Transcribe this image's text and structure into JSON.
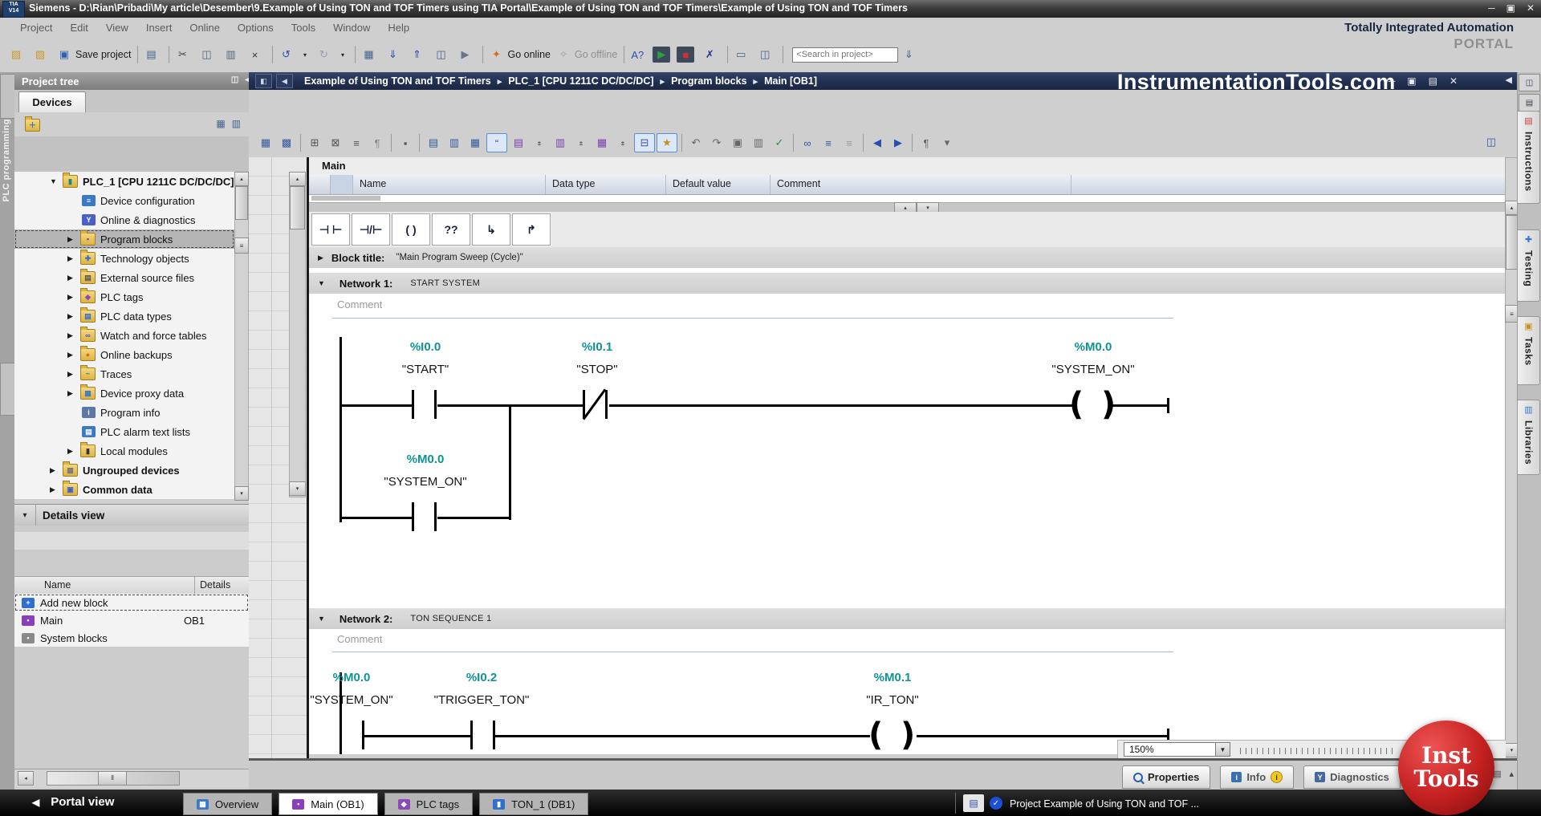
{
  "window": {
    "badge_line1": "TIA",
    "badge_line2": "V14",
    "title": "Siemens  -  D:\\Rian\\Pribadi\\My article\\Desember\\9.Example of Using TON and TOF Timers using TIA Portal\\Example of Using TON and TOF Timers\\Example of Using TON and TOF Timers",
    "controls": [
      {
        "n": "minimize-button",
        "g": "─"
      },
      {
        "n": "restore-button",
        "g": "▣"
      },
      {
        "n": "close-button",
        "g": "✕"
      }
    ]
  },
  "branding": {
    "line1": "Totally Integrated Automation",
    "line2": "PORTAL"
  },
  "menu": {
    "items": [
      {
        "label": "Project"
      },
      {
        "label": "Edit"
      },
      {
        "label": "View"
      },
      {
        "label": "Insert"
      },
      {
        "label": "Online"
      },
      {
        "label": "Options"
      },
      {
        "label": "Tools"
      },
      {
        "label": "Window"
      },
      {
        "label": "Help"
      }
    ]
  },
  "toolbar": {
    "items": [
      {
        "n": "new-project",
        "g": "▨",
        "c": "#c99a2e"
      },
      {
        "n": "open-project",
        "g": "▧",
        "c": "#c99a2e"
      },
      {
        "n": "save-project",
        "g": "▣",
        "c": "#2f5fb3",
        "label": "Save project"
      },
      {
        "sep": true
      },
      {
        "n": "print",
        "g": "▤",
        "c": "#46628f"
      },
      {
        "sep": true
      },
      {
        "n": "cut",
        "g": "✂",
        "c": "#444444"
      },
      {
        "n": "copy",
        "g": "◫",
        "c": "#556677"
      },
      {
        "n": "paste",
        "g": "▥",
        "c": "#556677"
      },
      {
        "n": "delete",
        "g": "×",
        "c": "#333333"
      },
      {
        "sep": true
      },
      {
        "n": "undo",
        "g": "↺",
        "c": "#2a4db0"
      },
      {
        "n": "undo-options",
        "caret": true,
        "g": "▾"
      },
      {
        "n": "redo",
        "g": "↻",
        "c": "#98a0b0"
      },
      {
        "n": "redo-options",
        "caret": true,
        "g": "▾"
      },
      {
        "sep": true
      },
      {
        "n": "compile",
        "g": "▦",
        "c": "#46628f"
      },
      {
        "n": "download-to-device",
        "g": "⇓",
        "c": "#2a4db0"
      },
      {
        "n": "upload-from-device",
        "g": "⇑",
        "c": "#2a4db0"
      },
      {
        "n": "device-snapshot",
        "g": "◫",
        "c": "#46628f"
      },
      {
        "n": "start-runtime",
        "g": "▶",
        "c": "#667788"
      },
      {
        "sep": true
      },
      {
        "n": "go-online",
        "g": "✦",
        "c": "#e06a10",
        "label": "Go online"
      },
      {
        "n": "go-offline",
        "g": "✧",
        "c": "#98a0a8",
        "label": "Go offline",
        "dim": true
      },
      {
        "sep": true
      },
      {
        "n": "accessible-devices",
        "g": "A?",
        "c": "#2a4db0"
      },
      {
        "n": "start-cpu",
        "g": "▶",
        "c": "#2e9e3e",
        "bg": "#3c4a5c"
      },
      {
        "n": "stop-cpu",
        "g": "■",
        "c": "#d03030",
        "bg": "#3c4a5c"
      },
      {
        "n": "cross-references",
        "g": "✗",
        "c": "#223a8e"
      },
      {
        "sep": true
      },
      {
        "n": "split-editor-horizontal",
        "g": "▭",
        "c": "#46628f"
      },
      {
        "n": "split-editor-vertical",
        "g": "◫",
        "c": "#46628f"
      },
      {
        "sep": true
      },
      {
        "search": true,
        "n": "search-in-project",
        "ph": "<Search in project>"
      },
      {
        "n": "project-library",
        "g": "⇓",
        "c": "#46628f"
      }
    ]
  },
  "left_strip": {
    "label": "PLC programming"
  },
  "project_tree": {
    "header": "Project tree",
    "header_icons": [
      {
        "n": "float-panel-icon",
        "g": "◫"
      },
      {
        "n": "collapse-panel-icon",
        "g": "◀"
      }
    ],
    "tab": "Devices",
    "toolbar_icons": [
      {
        "n": "add-new-device-icon",
        "g": "▨",
        "c": "#c99a2e"
      },
      {
        "n": "details-toggle-icon",
        "g": "▦",
        "c": "#45608e"
      },
      {
        "n": "open-element-icon",
        "g": "▥",
        "c": "#45608e"
      }
    ],
    "items": [
      {
        "arrow": "▼",
        "pad": "44px",
        "folder": true,
        "ig": "▮",
        "oc": "#0d8a8a",
        "label": "PLC_1 [CPU 1211C DC/DC/DC]",
        "bold": true
      },
      {
        "arrow": "",
        "pad": "68px",
        "t": "#3a78c8",
        "ig": "≡",
        "oc": "#ffffff",
        "label": "Device configuration"
      },
      {
        "arrow": "",
        "pad": "68px",
        "t": "#4a5fc8",
        "ig": "Y",
        "oc": "#ffffff",
        "label": "Online & diagnostics"
      },
      {
        "arrow": "▶",
        "pad": "66px",
        "folder": true,
        "ig": "▪",
        "oc": "#7a3fb0",
        "label": "Program blocks",
        "selected": true
      },
      {
        "arrow": "▶",
        "pad": "66px",
        "folder": true,
        "ig": "✚",
        "oc": "#2f6fd0",
        "label": "Technology objects"
      },
      {
        "arrow": "▶",
        "pad": "66px",
        "folder": true,
        "ig": "▤",
        "oc": "#555555",
        "label": "External source files"
      },
      {
        "arrow": "▶",
        "pad": "66px",
        "folder": true,
        "ig": "◆",
        "oc": "#8a4bb8",
        "label": "PLC tags"
      },
      {
        "arrow": "▶",
        "pad": "66px",
        "folder": true,
        "ig": "▤",
        "oc": "#2f6fd0",
        "label": "PLC data types"
      },
      {
        "arrow": "▶",
        "pad": "66px",
        "folder": true,
        "ig": "∞",
        "oc": "#3a5fc8",
        "label": "Watch and force tables"
      },
      {
        "arrow": "▶",
        "pad": "66px",
        "folder": true,
        "ig": "●",
        "oc": "#e06a10",
        "label": "Online backups"
      },
      {
        "arrow": "▶",
        "pad": "66px",
        "folder": true,
        "ig": "~",
        "oc": "#0d8a8a",
        "label": "Traces"
      },
      {
        "arrow": "▶",
        "pad": "66px",
        "folder": true,
        "ig": "▦",
        "oc": "#3a78c8",
        "label": "Device proxy data"
      },
      {
        "arrow": "",
        "pad": "68px",
        "t": "#5a78a8",
        "ig": "i",
        "oc": "#ffffff",
        "label": "Program info"
      },
      {
        "arrow": "",
        "pad": "68px",
        "t": "#3a78c8",
        "ig": "▤",
        "oc": "#ffffff",
        "label": "PLC alarm text lists"
      },
      {
        "arrow": "▶",
        "pad": "66px",
        "folder": true,
        "ig": "▮",
        "oc": "#333344",
        "label": "Local modules"
      },
      {
        "arrow": "▶",
        "pad": "44px",
        "folder": true,
        "ig": "▦",
        "oc": "#777777",
        "label": "Ungrouped devices",
        "bold": true
      },
      {
        "arrow": "▶",
        "pad": "44px",
        "folder": true,
        "ig": "▣",
        "oc": "#3a5fc8",
        "label": "Common data",
        "bold": true
      }
    ]
  },
  "details_view": {
    "header": "Details view",
    "columns": [
      "Name",
      "Details"
    ],
    "rows": [
      {
        "g": "+",
        "c": "#2f6fd0",
        "name": "Add new block",
        "details": "",
        "dashed": true
      },
      {
        "g": "▪",
        "c": "#8a3fb8",
        "name": "Main",
        "details": "OB1"
      },
      {
        "g": "▪",
        "c": "#8a8a8a",
        "name": "System blocks",
        "details": ""
      }
    ]
  },
  "breadcrumb": {
    "icons": [
      {
        "n": "nav-history-icon",
        "g": "◧"
      },
      {
        "n": "nav-back-icon",
        "g": "◀"
      }
    ],
    "items": [
      {
        "label": "Example of Using TON and TOF Timers"
      },
      {
        "label": "PLC_1 [CPU 1211C DC/DC/DC]"
      },
      {
        "label": "Program blocks"
      },
      {
        "label": "Main [OB1]",
        "last": true
      }
    ],
    "watermark": "InstrumentationTools.com",
    "controls": [
      {
        "n": "minimize-button",
        "g": "─"
      },
      {
        "n": "restore-button",
        "g": "▣"
      },
      {
        "n": "maximize-button",
        "g": "▤"
      },
      {
        "n": "close-button",
        "g": "✕"
      }
    ],
    "collapse_right": "◀"
  },
  "editor": {
    "toolbar_items": [
      {
        "n": "open-interface",
        "g": "▦",
        "c": "#35589e"
      },
      {
        "n": "insert-block",
        "g": "▩",
        "c": "#35589e"
      },
      {
        "sep": true
      },
      {
        "n": "insert-network",
        "g": "⊞",
        "c": "#555555"
      },
      {
        "n": "delete-network",
        "g": "⊠",
        "c": "#555555"
      },
      {
        "n": "insert-row",
        "g": "≡",
        "c": "#555555"
      },
      {
        "n": "insert-comment",
        "g": "¶",
        "c": "#888888"
      },
      {
        "sep": true
      },
      {
        "n": "reset-start-values",
        "g": "▪",
        "c": "#555555"
      },
      {
        "sep": true
      },
      {
        "n": "expand-networks",
        "g": "▤",
        "c": "#35589e"
      },
      {
        "n": "collapse-networks",
        "g": "▥",
        "c": "#35589e"
      },
      {
        "n": "open-all-networks",
        "g": "▦",
        "c": "#35589e"
      },
      {
        "n": "network-comments-toggle",
        "g": "“",
        "c": "#35589e",
        "hl": true
      },
      {
        "n": "absolute-operands",
        "g": "▤",
        "c": "#7a3fb0"
      },
      {
        "n": "absolute-operands-options",
        "caret": true,
        "g": "±"
      },
      {
        "n": "operand-display",
        "g": "▥",
        "c": "#7a3fb0"
      },
      {
        "n": "operand-display-options",
        "caret": true,
        "g": "±"
      },
      {
        "n": "tag-info-display",
        "g": "▦",
        "c": "#7a3fb0"
      },
      {
        "n": "tag-info-options",
        "caret": true,
        "g": "±"
      },
      {
        "n": "expand-all-rows",
        "g": "⊟",
        "c": "#35589e",
        "hl": true
      },
      {
        "n": "favorites-toggle",
        "g": "★",
        "c": "#c09020",
        "hl": true
      },
      {
        "sep": true
      },
      {
        "n": "previous-error",
        "g": "↶",
        "c": "#666666"
      },
      {
        "n": "next-error",
        "g": "↷",
        "c": "#666666"
      },
      {
        "n": "update-block-call",
        "g": "▣",
        "c": "#666666"
      },
      {
        "n": "consistency-check",
        "g": "▥",
        "c": "#666666"
      },
      {
        "n": "compile-block",
        "g": "✓",
        "c": "#2e8e3e"
      },
      {
        "sep": true
      },
      {
        "n": "monitoring-toggle",
        "g": "∞",
        "c": "#35589e"
      },
      {
        "n": "call-environment",
        "g": "≡",
        "c": "#35589e"
      },
      {
        "n": "modify-values",
        "g": "≡",
        "c": "#999999"
      },
      {
        "sep": true
      },
      {
        "n": "jump-back",
        "g": "◀",
        "c": "#2a4db0"
      },
      {
        "n": "jump-forward",
        "g": "▶",
        "c": "#2a4db0"
      },
      {
        "sep": true
      },
      {
        "n": "free-form-comment",
        "g": "¶",
        "c": "#666666"
      },
      {
        "n": "block-properties",
        "g": "▾",
        "c": "#666666"
      }
    ],
    "far_icon": {
      "n": "detach-editor-icon",
      "g": "◫"
    },
    "title": "Main",
    "interface_columns": [
      "Name",
      "Data type",
      "Default value",
      "Comment"
    ],
    "palette": [
      {
        "n": "no-contact",
        "g": "⊣ ⊢"
      },
      {
        "n": "nc-contact",
        "g": "⊣/⊢"
      },
      {
        "n": "coil",
        "g": "( )"
      },
      {
        "n": "empty-box",
        "g": "??"
      },
      {
        "n": "open-branch",
        "g": "↳"
      },
      {
        "n": "close-branch",
        "g": "↱"
      }
    ],
    "block_title_label": "Block title:",
    "block_title_value": "\"Main Program Sweep (Cycle)\"",
    "networks": [
      {
        "label": "Network 1:",
        "title": "START SYSTEM",
        "comment": "Comment",
        "elements": {
          "contact1": {
            "address": "%I0.0",
            "name": "\"START\""
          },
          "contact2": {
            "address": "%I0.1",
            "name": "\"STOP\""
          },
          "coil": {
            "address": "%M0.0",
            "name": "\"SYSTEM_ON\""
          },
          "branch_contact": {
            "address": "%M0.0",
            "name": "\"SYSTEM_ON\""
          }
        }
      },
      {
        "label": "Network 2:",
        "title": "TON SEQUENCE 1",
        "comment": "Comment",
        "elements": {
          "contact1": {
            "address": "%M0.0",
            "name": "\"SYSTEM_ON\""
          },
          "contact2": {
            "address": "%I0.2",
            "name": "\"TRIGGER_TON\""
          },
          "coil": {
            "address": "%M0.1",
            "name": "\"IR_TON\""
          }
        }
      }
    ],
    "zoom_level": "150%"
  },
  "inspector": {
    "tabs": [
      {
        "label": "Properties"
      },
      {
        "label": "Info",
        "badge": "i"
      },
      {
        "label": "Diagnostics"
      }
    ]
  },
  "right_panel": {
    "top_icons": [
      {
        "n": "window-layout-icon",
        "g": "◫"
      },
      {
        "n": "task-list-icon",
        "g": "▤"
      }
    ],
    "tabs": [
      {
        "label": "Instructions",
        "g": "▤",
        "c": "#c04040"
      },
      {
        "label": "Testing",
        "g": "✚",
        "c": "#3a78c8"
      },
      {
        "label": "Tasks",
        "g": "▣",
        "c": "#c8901e"
      },
      {
        "label": "Libraries",
        "g": "▥",
        "c": "#3a78c8"
      }
    ]
  },
  "bottom_bar": {
    "portal": "Portal view",
    "tabs": [
      {
        "label": "Overview",
        "g": "▦",
        "c": "#3a78c8"
      },
      {
        "label": "Main (OB1)",
        "g": "▪",
        "c": "#8a3fb8",
        "active": true
      },
      {
        "label": "PLC tags",
        "g": "◆",
        "c": "#8a4bb8"
      },
      {
        "label": "TON_1 (DB1)",
        "g": "▮",
        "c": "#2f6fd0"
      }
    ],
    "status_icon": {
      "n": "save-status-icon",
      "g": "▤"
    },
    "status_message": "Project Example of Using TON and TOF ..."
  },
  "logo": {
    "line1": "Inst",
    "line2": "Tools"
  },
  "colors": {
    "teal": "#0d9494",
    "navy": "#263a59",
    "selection": "#b5b5b5",
    "logo_red": "#b01818"
  }
}
